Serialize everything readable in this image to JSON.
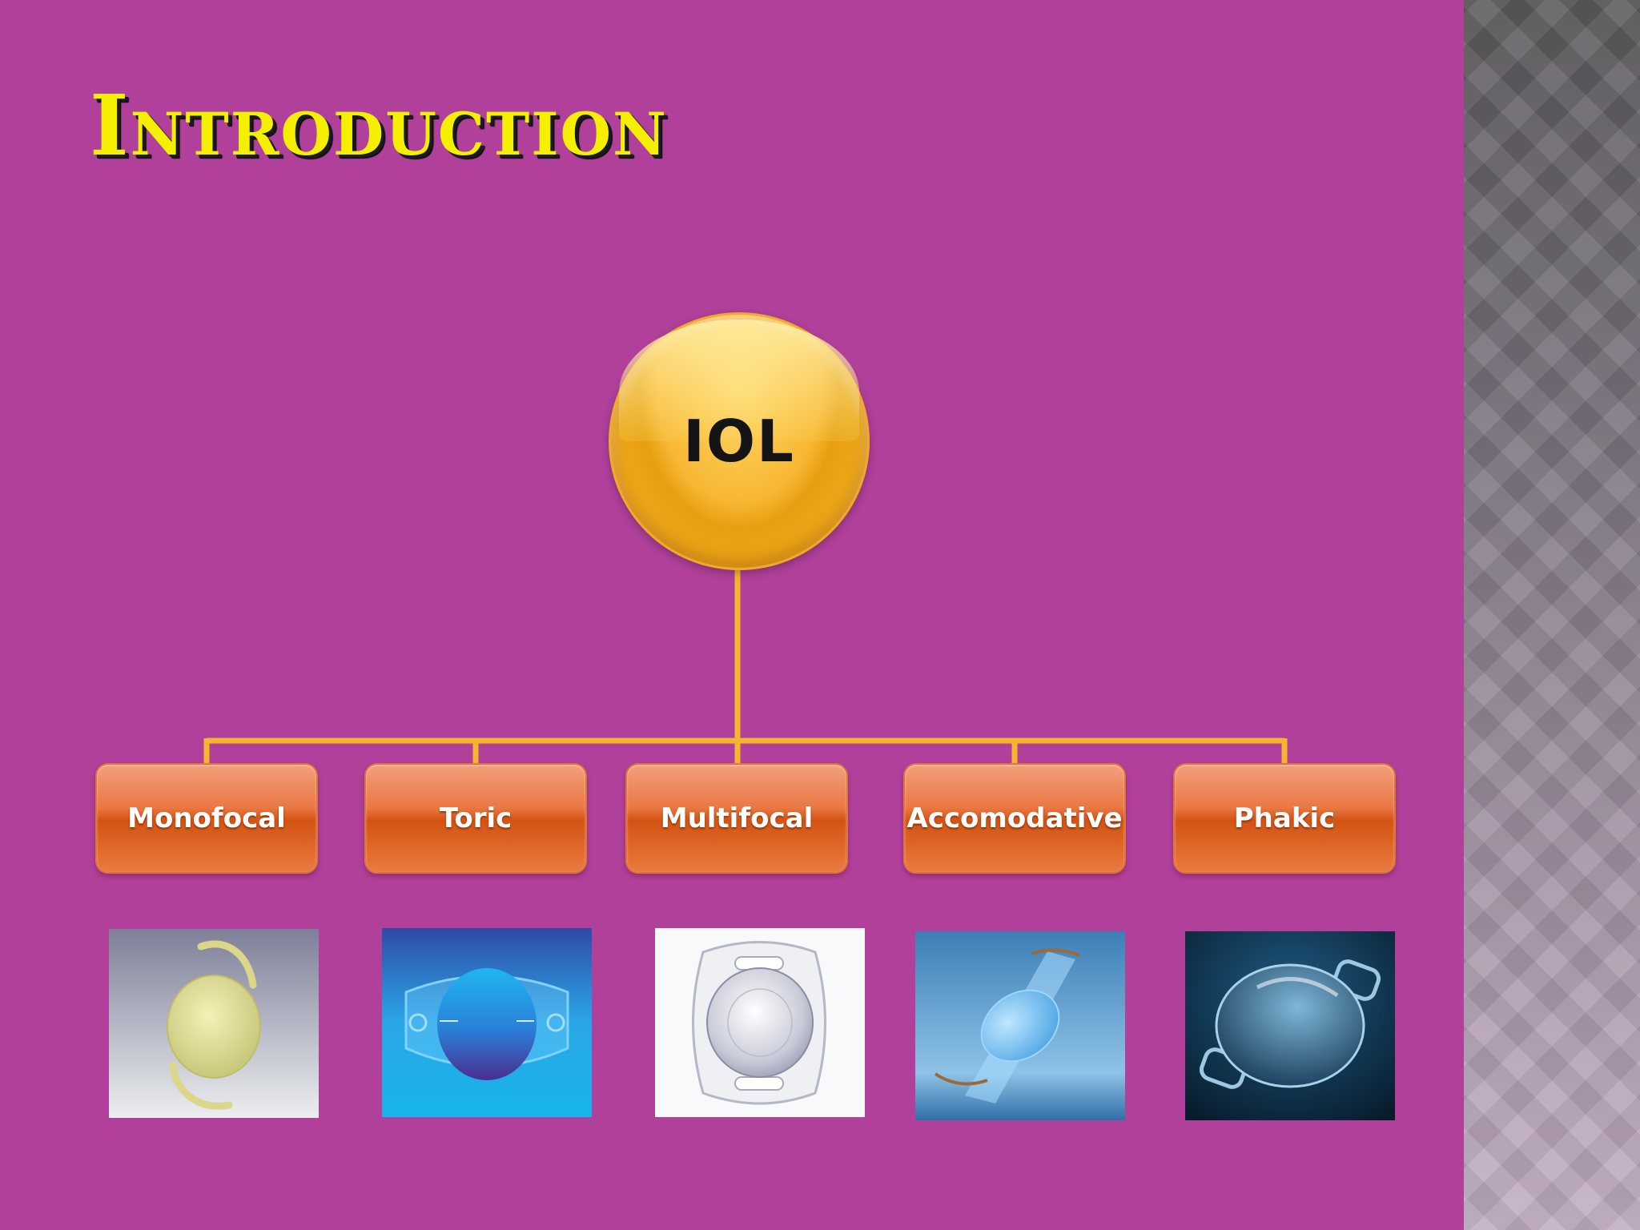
{
  "slide": {
    "title": "Introduction"
  },
  "diagram": {
    "root": {
      "label": "IOL"
    },
    "children": [
      {
        "label": "Monofocal"
      },
      {
        "label": "Toric"
      },
      {
        "label": "Multifocal"
      },
      {
        "label": "Accomodative"
      },
      {
        "label": "Phakic"
      }
    ]
  },
  "colors": {
    "background": "#b0409a",
    "title": "#f4f000",
    "root_fill": "#f7b733",
    "child_fill": "#e06a2c",
    "connector": "#f5b52e"
  }
}
